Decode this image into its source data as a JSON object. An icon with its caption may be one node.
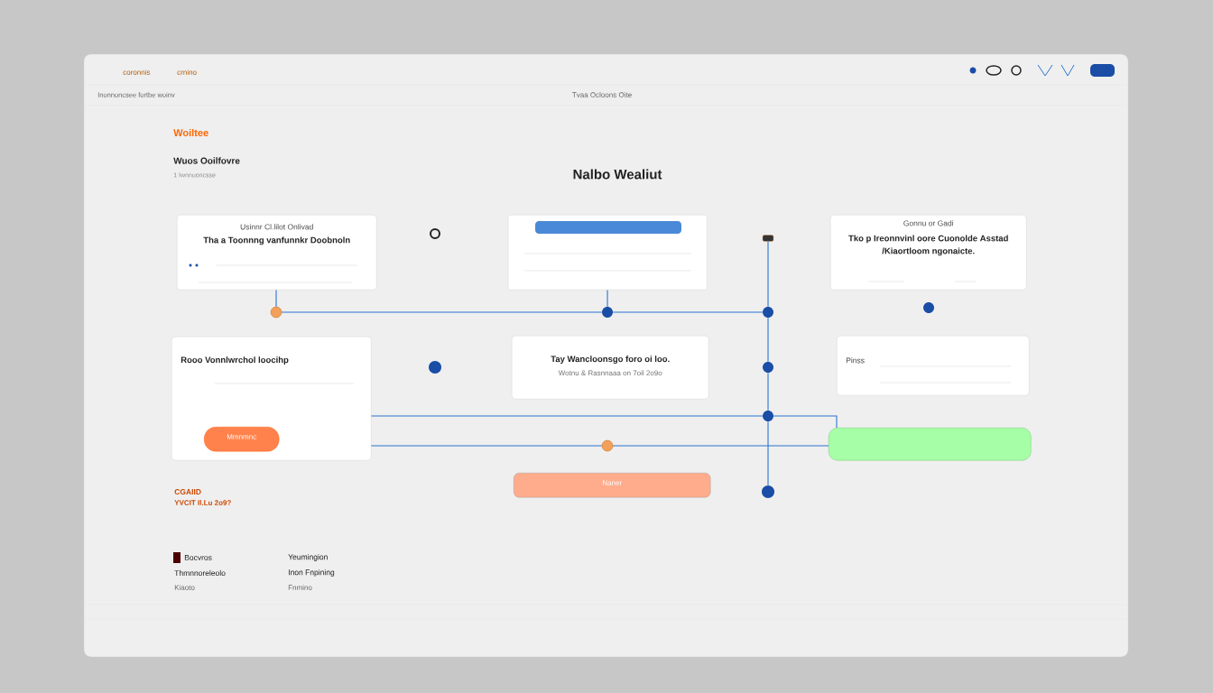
{
  "diagram": {
    "title": "Nalbo Wealiut",
    "nodes": [
      {
        "text": [
          "Usinnr Cl.lilot Onlivad",
          "Tha a Toonnng vanfunnkr Doobnoln"
        ]
      },
      {
        "text": [],
        "shape": "box"
      },
      {
        "text": [
          "Gonnu or Gadi",
          "Tko p Ireonnvinl oore Cuonolde Asstad /Kiaortloom ngonaicte."
        ]
      },
      {
        "text": [
          "Rooo Vonnlwrchol loocihp"
        ]
      },
      {
        "text": [
          "Mmnmnc"
        ],
        "in": 3
      },
      {
        "text": [
          "Tay Wancloonsgo foro oi loo.",
          "Wotnu & Rasnnaaa on 7oil 2o9o"
        ]
      },
      {
        "text": [
          "Pinss"
        ]
      },
      {
        "text": [],
        "shape": "bar"
      },
      {
        "text": [
          "Naner"
        ]
      },
      {
        "text": [],
        "shape": "circle"
      },
      {
        "text": [],
        "shape": "circle"
      },
      {
        "text": [],
        "shape": "circle"
      },
      {
        "text": [],
        "shape": "box"
      },
      {
        "text": [],
        "shape": "circle"
      },
      {
        "text": [],
        "shape": "circle"
      },
      {
        "text": [],
        "shape": "circle"
      },
      {
        "text": [],
        "shape": "circle"
      }
    ],
    "edges": [
      {
        "from": 0,
        "to": 9,
        "arrow": "none"
      },
      {
        "from": 9,
        "to": 10,
        "arrow": "none"
      },
      {
        "from": 1,
        "to": 10,
        "arrow": "none"
      },
      {
        "from": 10,
        "to": 11,
        "arrow": "none"
      },
      {
        "from": 12,
        "to": 11,
        "arrow": "none"
      },
      {
        "from": 11,
        "to": 13,
        "arrow": "none"
      },
      {
        "from": 13,
        "to": 14,
        "arrow": "none"
      },
      {
        "from": 14,
        "to": 15,
        "arrow": "none"
      },
      {
        "from": 3,
        "to": 14,
        "arrow": "none"
      },
      {
        "from": 14,
        "to": 7,
        "arrow": "none"
      },
      {
        "from": 3,
        "to": 16,
        "arrow": "none"
      },
      {
        "from": 16,
        "to": 7,
        "arrow": "none"
      }
    ],
    "labels": [
      "coronnis",
      "crnino",
      "Inonnoncsee fortbe woinv",
      "Tvaa Ocloons Oite",
      "Woiltee",
      "Wuos Ooilfovre",
      "1 Iwnnuoncsse",
      "CGAIID",
      "YVCIT Il.Lu 2o9?",
      "Bocvros",
      "Thmnnoreleolo",
      "Kiaoto",
      "Yeumingion",
      "Inon Fnpining",
      "Fnmino"
    ]
  }
}
